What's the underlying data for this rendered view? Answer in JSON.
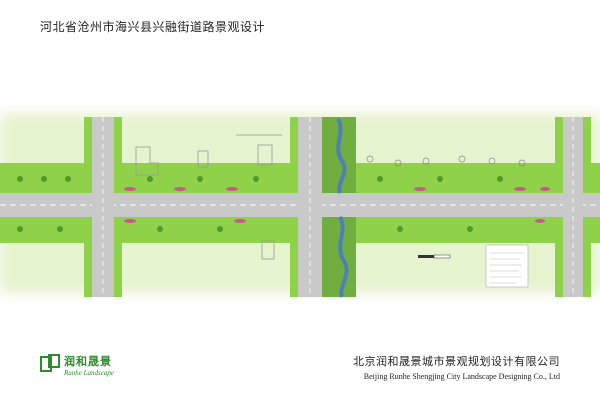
{
  "title": "河北省沧州市海兴县兴融街道路景观设计",
  "logo": {
    "name_cn": "润和晟景",
    "name_en": "Runhe Landscape",
    "brand_color": "#2e8b2e"
  },
  "company": {
    "name_cn": "北京润和晟景城市景观规划设计有限公司",
    "name_en": "Beijing Runhe Shengjing City Landscape Designing Co., Ltd"
  },
  "colors": {
    "green_belt": "#8fd24a",
    "green_glow": "#d9efb4",
    "road": "#c9c9c9",
    "road_line": "#ffffff",
    "river": "#4f7fb8",
    "shrub_accent": "#c65a8a"
  },
  "map": {
    "features": [
      "main-road",
      "cross-streets",
      "green-belts",
      "river-park",
      "buildings",
      "legend-box",
      "scale-bar"
    ]
  }
}
